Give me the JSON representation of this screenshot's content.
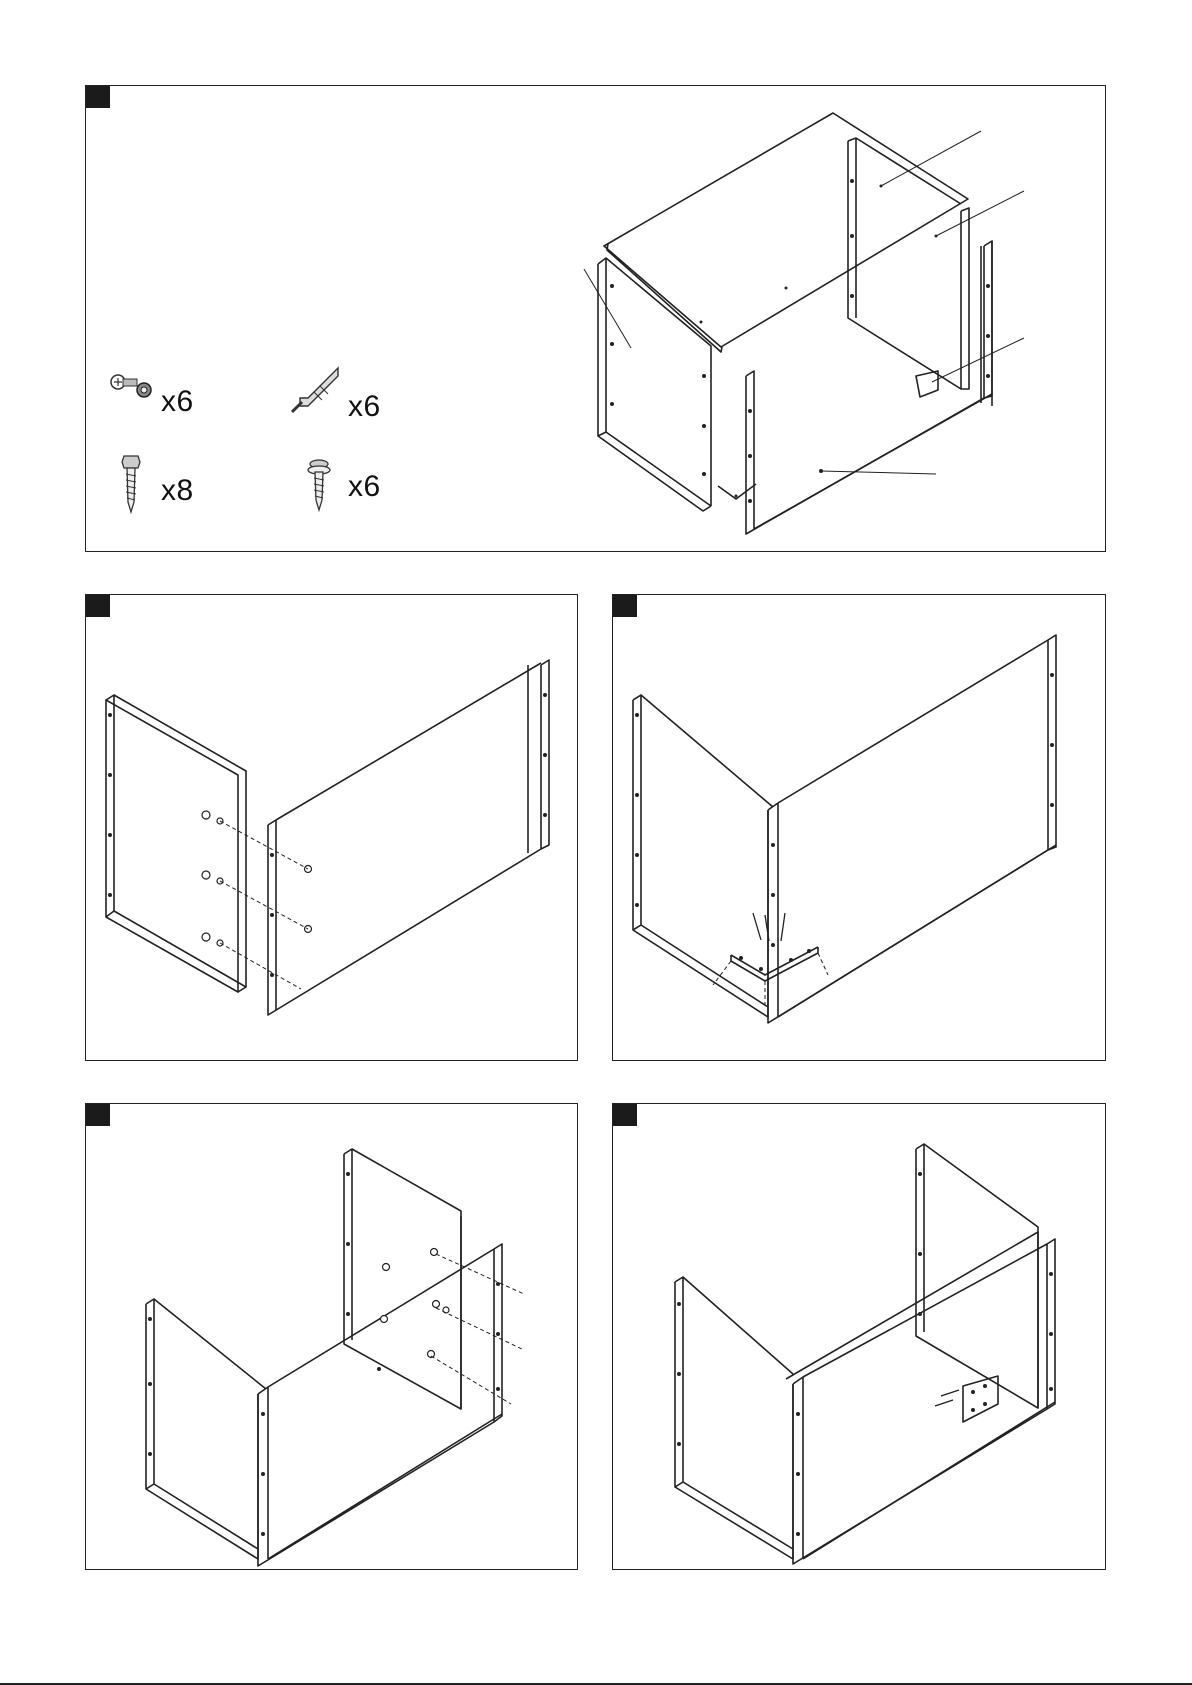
{
  "steps": [
    {
      "id": "overview",
      "label": ""
    },
    {
      "id": "step-1",
      "label": ""
    },
    {
      "id": "step-2",
      "label": ""
    },
    {
      "id": "step-3",
      "label": ""
    },
    {
      "id": "step-4",
      "label": ""
    }
  ],
  "hardware": [
    {
      "name": "bolt-and-nut",
      "icon": "bolt-nut-icon",
      "quantity": "x6"
    },
    {
      "name": "wall-anchor",
      "icon": "wall-anchor-icon",
      "quantity": "x6"
    },
    {
      "name": "hex-lag-screw",
      "icon": "lag-screw-icon",
      "quantity": "x8"
    },
    {
      "name": "washer-screw",
      "icon": "washer-screw-icon",
      "quantity": "x6"
    }
  ],
  "colors": {
    "line": "#222222",
    "marker": "#1b1b1b",
    "background": "#ffffff"
  }
}
